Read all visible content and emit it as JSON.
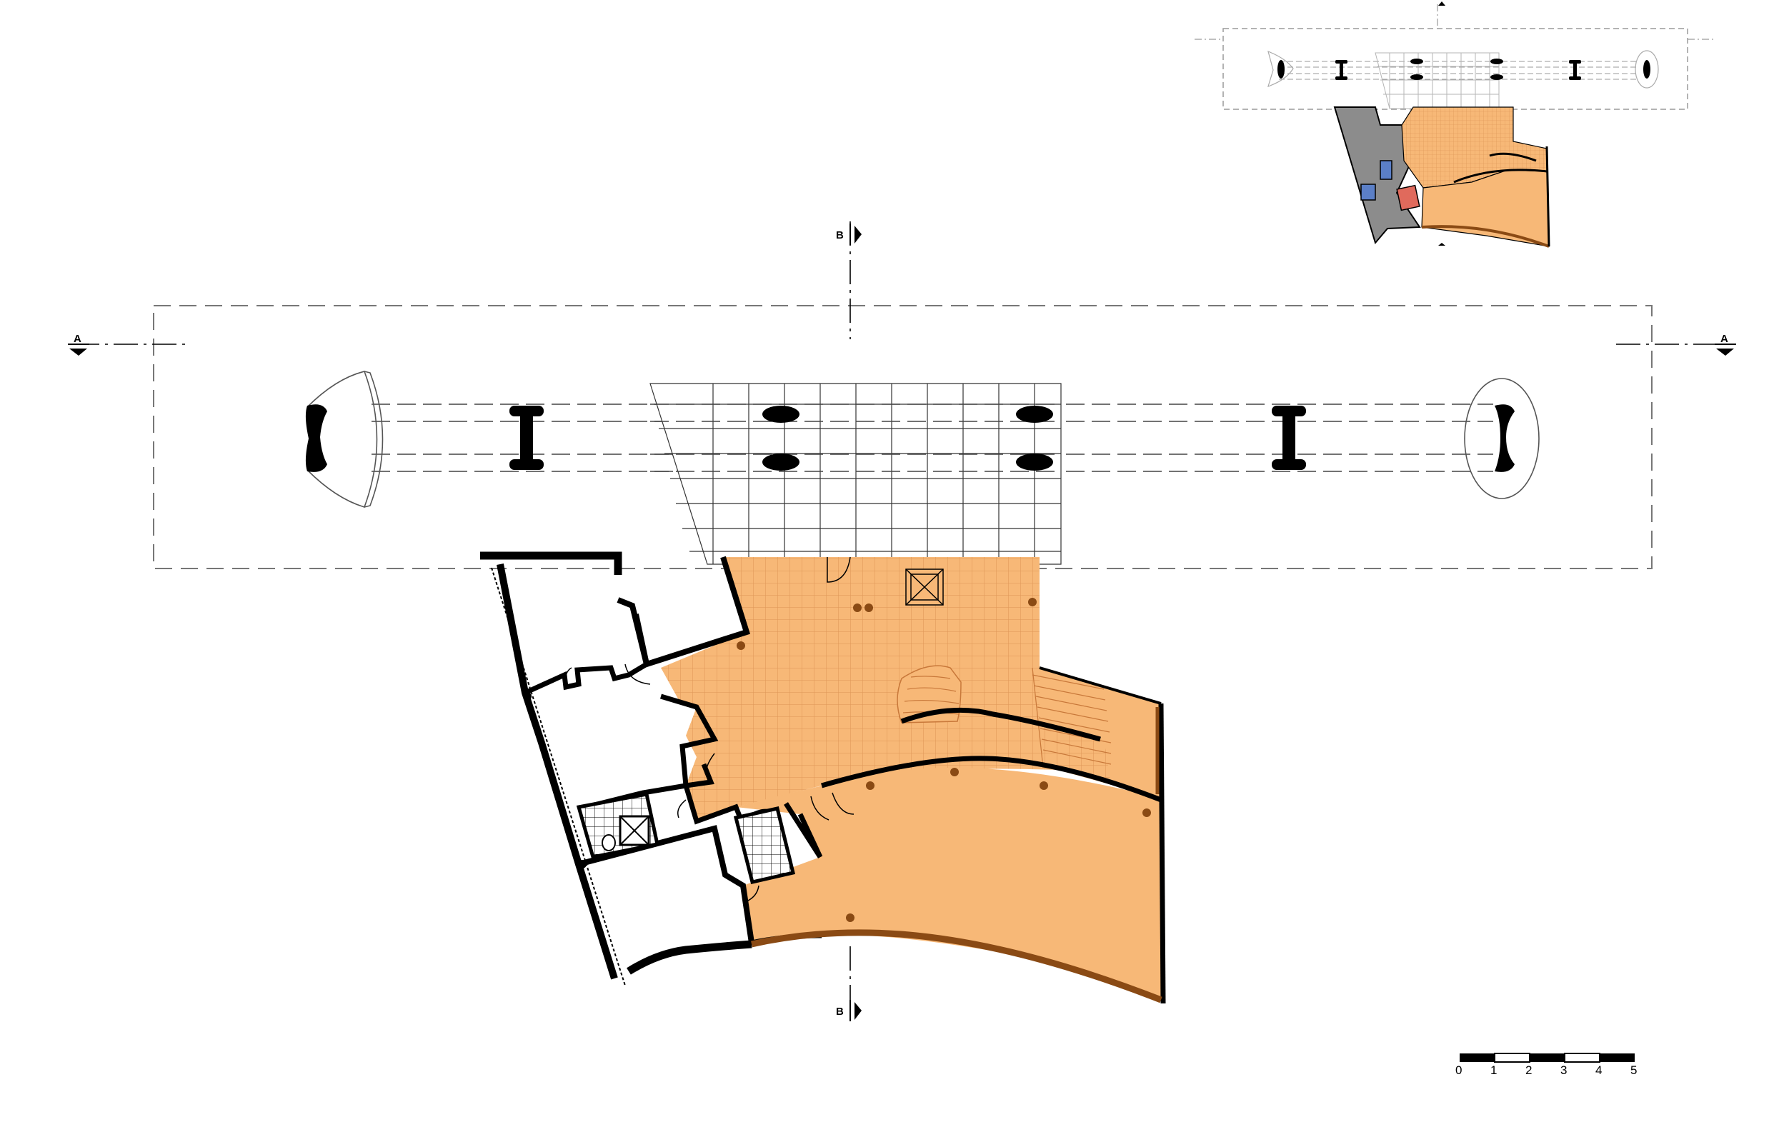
{
  "section_labels": {
    "a_left": "A",
    "a_right": "A",
    "b_top": "B",
    "b_bottom": "B"
  },
  "scale_bar": {
    "ticks": [
      "0",
      "1",
      "2",
      "3",
      "4",
      "5"
    ]
  },
  "colors": {
    "floor_fill": "#f7b877",
    "floor_grid": "#c8783a",
    "wall": "#000000",
    "terrace_edge": "#8a4a14",
    "service_gray": "#8c8c8c",
    "stair_blue": "#5b7fc7",
    "lift_red": "#e06a5c",
    "outline_gray": "#9a9a9a"
  }
}
